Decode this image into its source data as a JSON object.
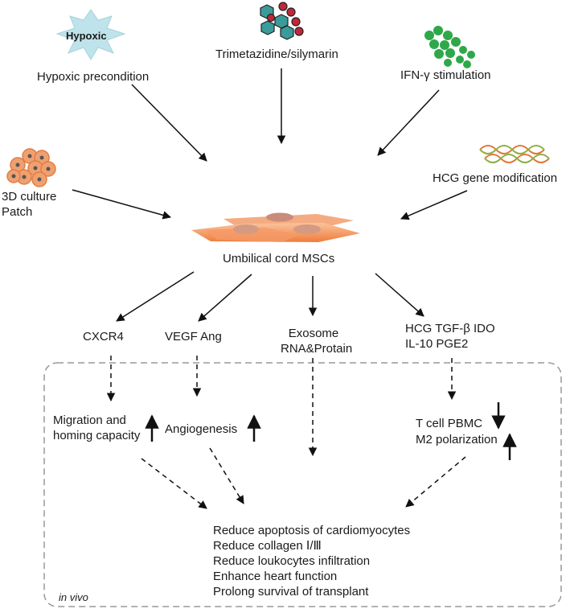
{
  "inputs": {
    "hypoxic_badge": "Hypoxic",
    "hypoxic": "Hypoxic precondition",
    "drugs": "Trimetazidine/silymarin",
    "ifn": "IFN-γ stimulation",
    "culture_line1": "3D culture",
    "culture_line2": "Patch",
    "hcg_mod": "HCG gene modification"
  },
  "center": "Umbilical cord MSCs",
  "factors": {
    "cxcr4": "CXCR4",
    "vegf": "VEGF Ang",
    "exo_line1": "Exosome",
    "exo_line2": "RNA&Protain",
    "immune_line1": "HCG TGF-β IDO",
    "immune_line2": "IL-10 PGE2"
  },
  "effects": {
    "migration_line1": "Migration and",
    "migration_line2": "homing capacity",
    "angiogenesis": "Angiogenesis",
    "tcell": "T cell  PBMC",
    "m2": "M2 polarization"
  },
  "outcomes": [
    "Reduce apoptosis of cardiomyocytes",
    "Reduce collagen Ⅰ/Ⅲ",
    "Reduce loukocytes infiltration",
    "Enhance heart function",
    "Prolong survival of transplant"
  ],
  "in_vivo_label": "in vivo",
  "colors": {
    "hypoxic_star": "#bfe3ea",
    "teal_molecule": "#3a9c9a",
    "red_molecule": "#c0283a",
    "ifn_green": "#2ea84a",
    "cell_orange": "#f0a070",
    "msc_orange": "#f5925a",
    "dashed_box": "#999999"
  },
  "icons": [
    "hypoxic-star-icon",
    "molecule-cluster-icon",
    "ifn-cluster-icon",
    "cell-spheroid-icon",
    "dna-icon",
    "msc-cells-icon"
  ]
}
